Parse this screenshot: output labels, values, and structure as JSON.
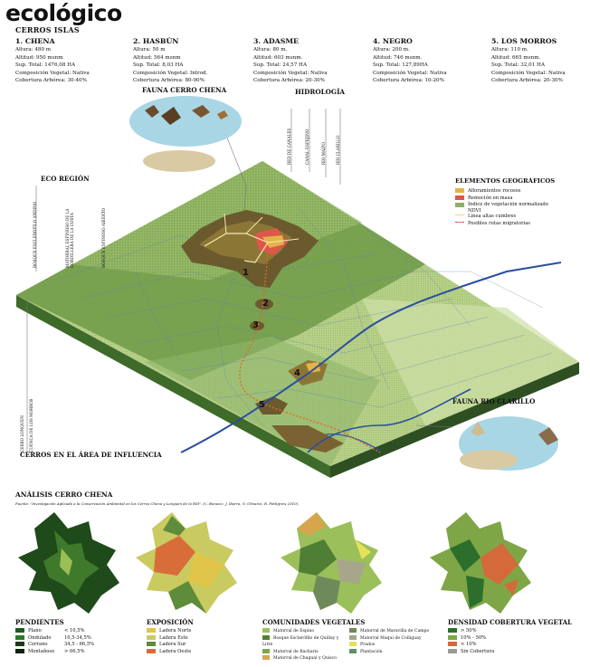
{
  "title": "ecológico",
  "section": "CERROS ISLAS",
  "hills": [
    {
      "name": "1. CHENA",
      "lines": [
        "Altura: 480 m",
        "Altitud: 950 msnm",
        "Sup. Total: 1476,08 HA",
        "Composición Vegetal: Nativa",
        "Cobertura Arbórea: 30-40%"
      ]
    },
    {
      "name": "2. HASBÚN",
      "lines": [
        "Altura: 50 m",
        "Altitud: 564 msnm",
        "Sup. Total: 8,03 HA",
        "Composición Vegetal: Introd.",
        "Cobertura Arbórea: 80-90%"
      ]
    },
    {
      "name": "3. ADASME",
      "lines": [
        "Altura: 80 m.",
        "Altitud: 603 msnm.",
        "Sup. Total: 24,57 HA",
        "Composición Vegetal: Nativa",
        "Cobertura Arbórea: 20-30%"
      ]
    },
    {
      "name": "4. NEGRO",
      "lines": [
        "Altura: 200 m.",
        "Altitud: 746 msnm.",
        "Sup. Total: 127,89HA",
        "Composición Vegetal: Nativa",
        "Cobertura Arbórea: 10-20%"
      ]
    },
    {
      "name": "5. LOS MORROS",
      "lines": [
        "Altura: 110 m.",
        "Altitud: 665 msnm.",
        "Sup. Total: 32,01 HA",
        "Composición Vegetal: Nativa",
        "Cobertura Arbórea: 20-30%"
      ]
    }
  ],
  "map": {
    "fauna_chena": "FAUNA CERRO CHENA",
    "hidrologia": "HIDROLOGÍA",
    "hidro_items": [
      "RED DE CANALES",
      "CANAL ESPEJINO",
      "RÍO MAIPO",
      "RÍO CLARILLO"
    ],
    "eco_region": "ECO REGIÓN",
    "eco_items": [
      "BOSQUE ESCLERÓFILO ANDINO",
      "MATORRAL ESPINOSO DE LA CORDILLERA DE LA COSTA",
      "BOSQUE ESPINOSO ABIERTO"
    ],
    "cerros_influencia": "CERROS EN EL ÁREA DE INFLUENCIA",
    "cerros_items": [
      "CERRO LONQUÉN",
      "CUENCA DE LOS MORROS"
    ],
    "fauna_clarillo": "FAUNA RIO CLARILLO",
    "markers": [
      "1",
      "2",
      "3",
      "4",
      "5"
    ]
  },
  "geo_legend": {
    "title": "ELEMENTOS GEOGRÁFICOS",
    "items": [
      {
        "label": "Afloramientos rocosos",
        "color": "#e3b44a"
      },
      {
        "label": "Remoción en masa",
        "color": "#e0564a"
      },
      {
        "label": "Índice de vegetación normalizado NDVI",
        "color": "#8fae6a"
      },
      {
        "label": "Línea altas cumbres",
        "color": "#e6d978"
      },
      {
        "label": "Posibles rutas migratorias",
        "color": "#d9534f"
      }
    ]
  },
  "analysis": {
    "title": "ANÁLISIS CERRO CHENA",
    "source": "Fuente: \"Investigación Aplicada a la Conservación Ambiental en los Cerros Chena y Lonquén de la RM\". (C. Bonacic, J. Ibarra, O. Olivares, R. Pettigrew 2010).",
    "pendientes": {
      "title": "PENDIENTES",
      "items": [
        {
          "label": "Plano",
          "range": "< 10,5%",
          "color": "#1f5a1f"
        },
        {
          "label": "Ondulado",
          "range": "10,5-34,5%",
          "color": "#2e7a2a"
        },
        {
          "label": "Cerrano",
          "range": "34,5 - 66,5%",
          "color": "#163d17"
        },
        {
          "label": "Montañoso",
          "range": "> 66,5%",
          "color": "#0c220c"
        }
      ]
    },
    "exposicion": {
      "title": "EXPOSICIÓN",
      "items": [
        {
          "label": "Ladera Norte",
          "color": "#e0c54a"
        },
        {
          "label": "Ladera Este",
          "color": "#c9cb60"
        },
        {
          "label": "Ladera Sur",
          "color": "#5e8c3a"
        },
        {
          "label": "Ladera Oeste",
          "color": "#d96d3a"
        }
      ]
    },
    "comunidades": {
      "title": "COMUNIDADES VEGETALES",
      "items": [
        {
          "label": "Matorral de Espino",
          "color": "#9bbf5a"
        },
        {
          "label": "Bosque Esclerófilo de Quillay y Litre",
          "color": "#4e7f34"
        },
        {
          "label": "Matorral de Bacharis",
          "color": "#7ea646"
        },
        {
          "label": "Matorral de Chagual y Quisco",
          "color": "#d7a64c"
        },
        {
          "label": "Matorral de Maravilla de Campo",
          "color": "#6f8a5a"
        },
        {
          "label": "Matorral Maqui de Colliguay",
          "color": "#a7a68a"
        },
        {
          "label": "Prados",
          "color": "#e6e257"
        },
        {
          "label": "Plantación",
          "color": "#5e8f6a"
        }
      ]
    },
    "densidad": {
      "title": "DENSIDAD COBERTURA VEGETAL",
      "items": [
        {
          "label": "> 50%",
          "color": "#2d6e2d"
        },
        {
          "label": "10% - 50%",
          "color": "#7ea646"
        },
        {
          "label": "< 10%",
          "color": "#d46a3a"
        },
        {
          "label": "Sin Cobertura",
          "color": "#9a9a9a"
        }
      ]
    }
  }
}
